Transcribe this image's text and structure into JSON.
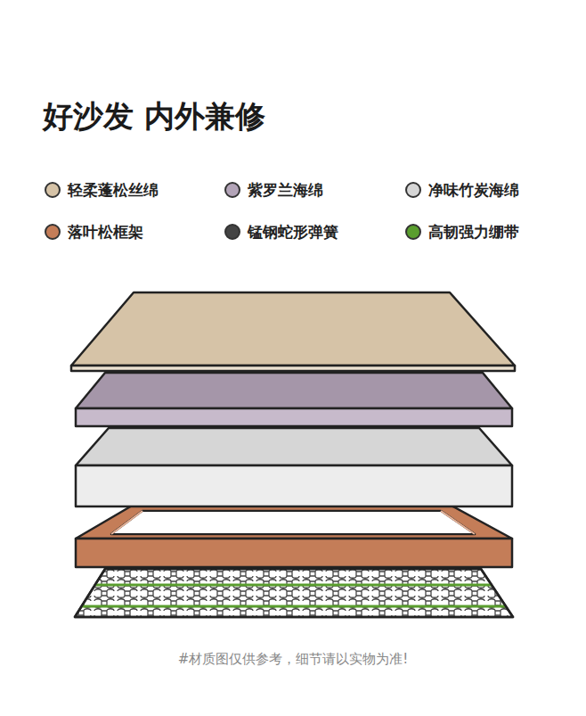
{
  "diagram": {
    "title": "好沙发 内外兼修",
    "legend": [
      {
        "text": "轻柔蓬松丝绵",
        "color": "#d6c3a7"
      },
      {
        "text": "紫罗兰海绵",
        "color": "#b3a4b8"
      },
      {
        "text": "净味竹炭海绵",
        "color": "#d6d6d6"
      },
      {
        "text": "落叶松框架",
        "color": "#c47d58"
      },
      {
        "text": "锰钢蛇形弹簧",
        "color": "#444444"
      },
      {
        "text": "高韧强力绷带",
        "color": "#5a9e2e"
      }
    ],
    "caption": "#材质图仅供参考，细节请以实物为准!"
  }
}
